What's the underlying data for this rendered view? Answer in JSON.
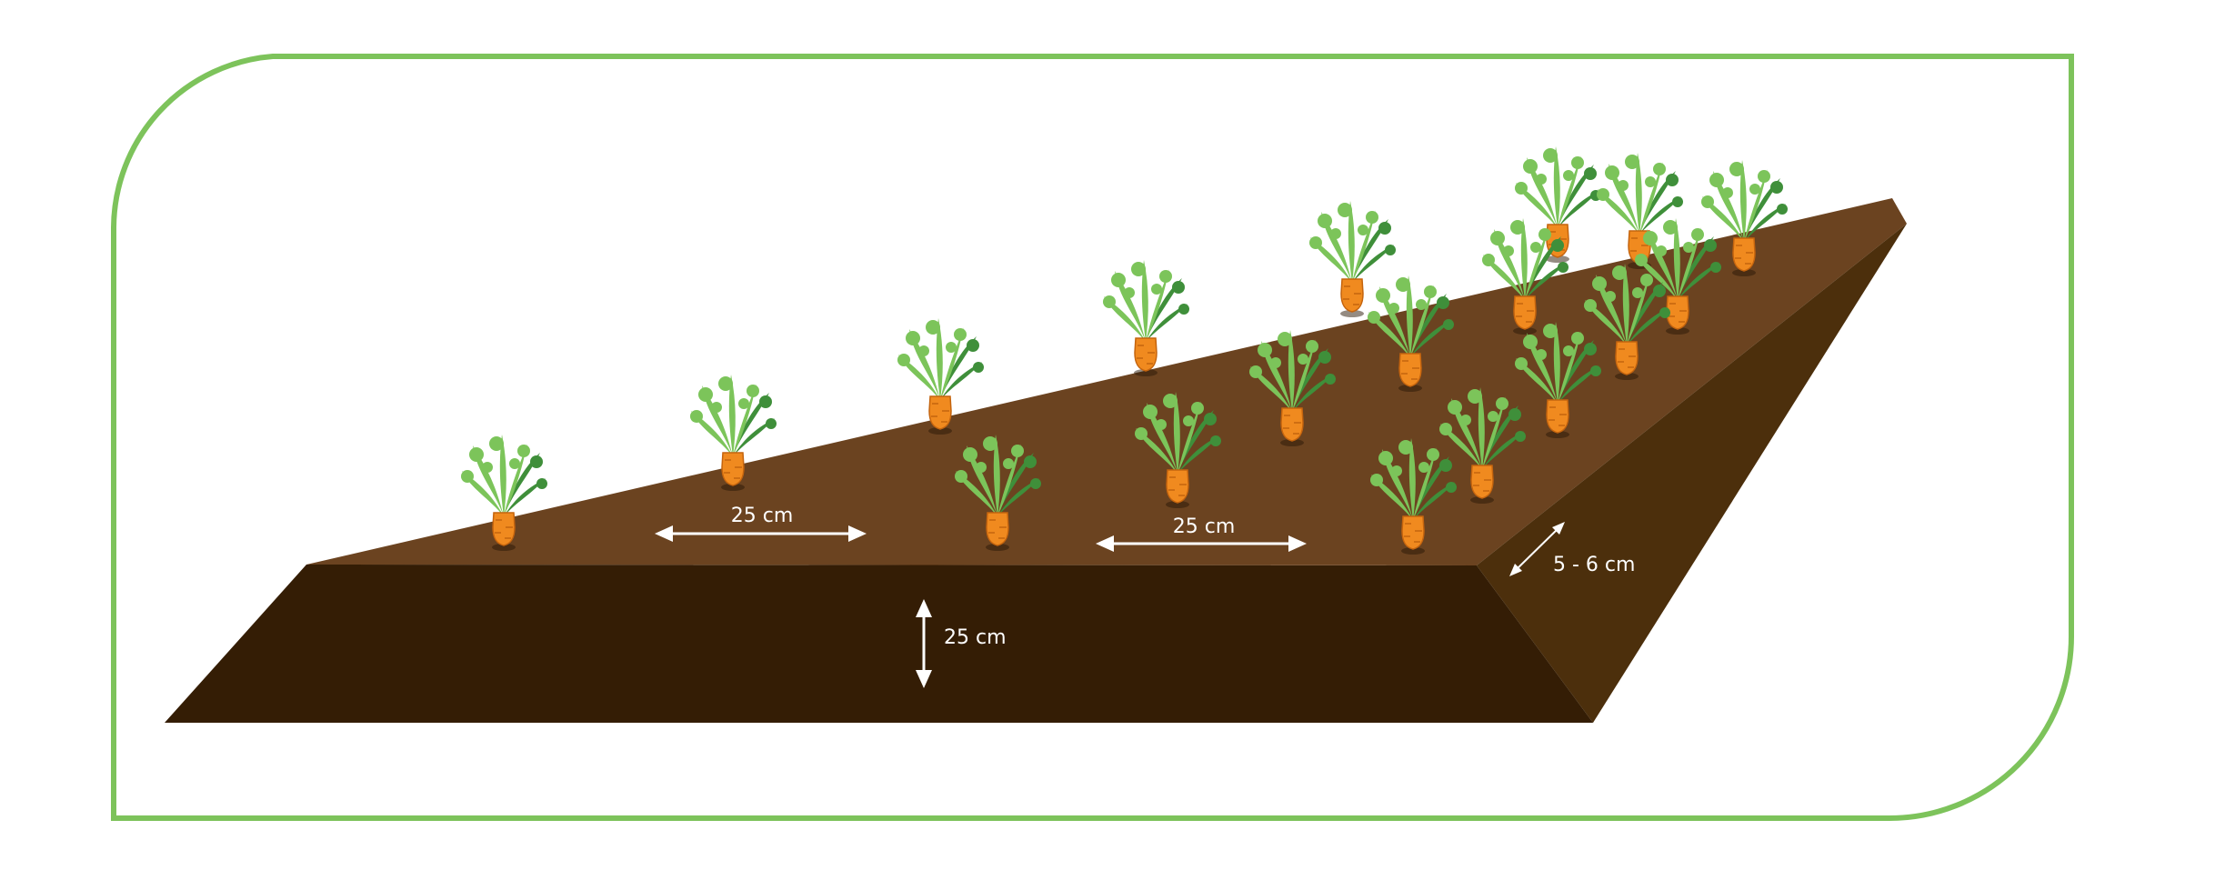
{
  "colors": {
    "frame": "#7dc35b",
    "bed_top": "#6b4320",
    "bed_front": "#341d05",
    "bed_side": "#4c2f0c",
    "bed_edge": "#5a3810",
    "carrot_root": "#f08a1f",
    "carrot_root_stroke": "#c4640e",
    "leaf_light": "#7cc45a",
    "leaf_dark": "#3f8f3a",
    "arrow": "#ffffff"
  },
  "icons": {
    "plant": "carrot-plant-icon",
    "arrow": "double-arrow-icon"
  },
  "labels": {
    "row_spacing_left": "25 cm",
    "row_spacing_right": "25 cm",
    "bed_height": "25 cm",
    "plant_spacing": "5 - 6 cm"
  }
}
